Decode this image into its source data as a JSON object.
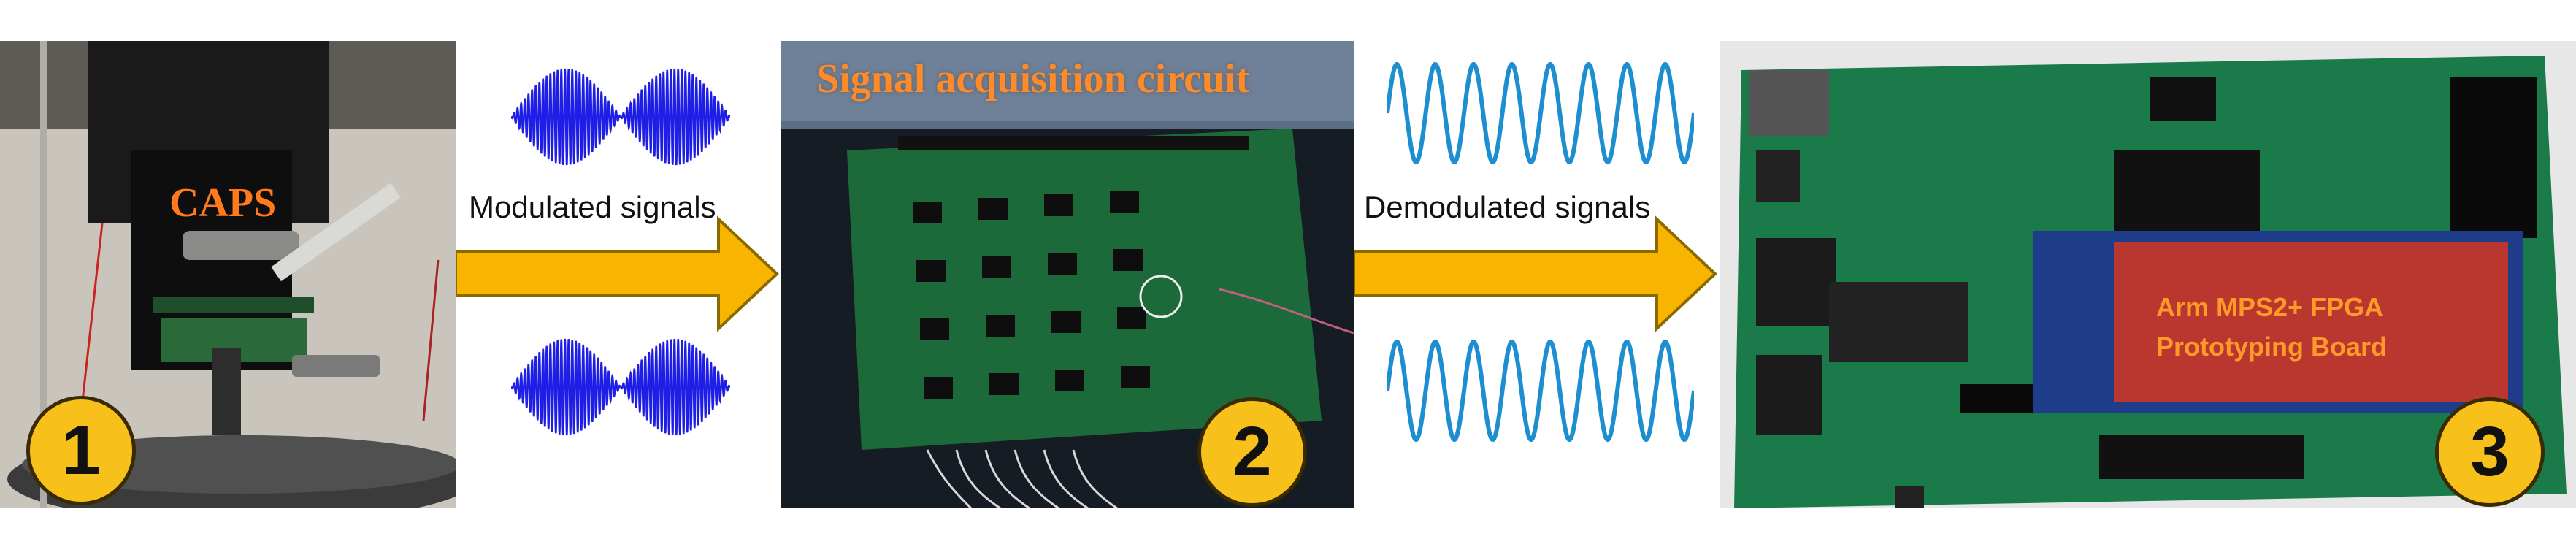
{
  "panels": {
    "caps": {
      "label": "CAPS",
      "badge": "1"
    },
    "acquisition": {
      "label": "Signal acquisition circuit",
      "badge": "2"
    },
    "fpga": {
      "label_line1": "Arm MPS2+ FPGA",
      "label_line2": "Prototyping Board",
      "badge": "3"
    }
  },
  "arrows": {
    "first": {
      "label": "Modulated signals"
    },
    "second": {
      "label": "Demodulated signals"
    }
  },
  "colors": {
    "arrow_fill": "#f7b500",
    "arrow_stroke": "#8a6a00",
    "modulated_wave": "#1e1ee6",
    "sine_wave": "#1d8fd0",
    "badge_fill": "#f7c01a",
    "label_orange": "#ff7a1a"
  }
}
